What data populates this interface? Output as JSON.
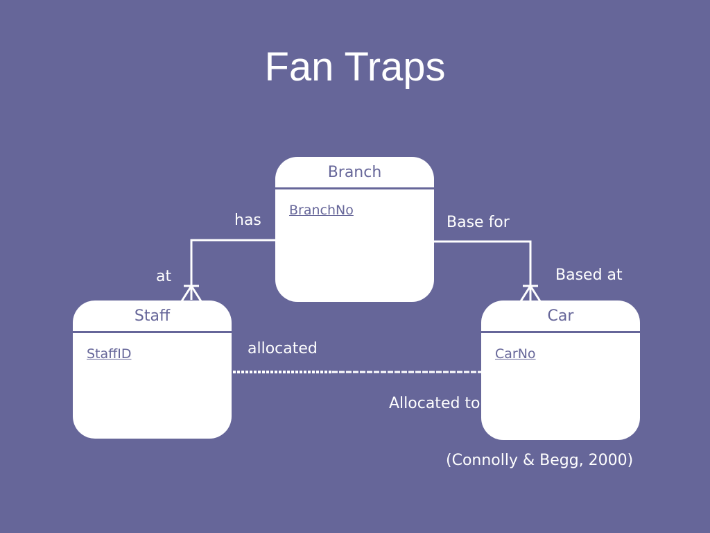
{
  "slide": {
    "title": "Fan Traps",
    "citation": "(Connolly & Begg, 2000)"
  },
  "entities": {
    "branch": {
      "name": "Branch",
      "key": "BranchNo"
    },
    "staff": {
      "name": "Staff",
      "key": "StaffID"
    },
    "car": {
      "name": "Car",
      "key": "CarNo"
    }
  },
  "relationships": {
    "branch_staff": {
      "branch_side": "has",
      "staff_side": "at"
    },
    "branch_car": {
      "branch_side": "Base for",
      "car_side": "Based at"
    },
    "staff_car": {
      "staff_side": "allocated",
      "car_side": "Allocated to"
    }
  },
  "colors": {
    "background": "#666699",
    "entity_fill": "#ffffff",
    "entity_text": "#666699",
    "line": "#ffffff"
  }
}
